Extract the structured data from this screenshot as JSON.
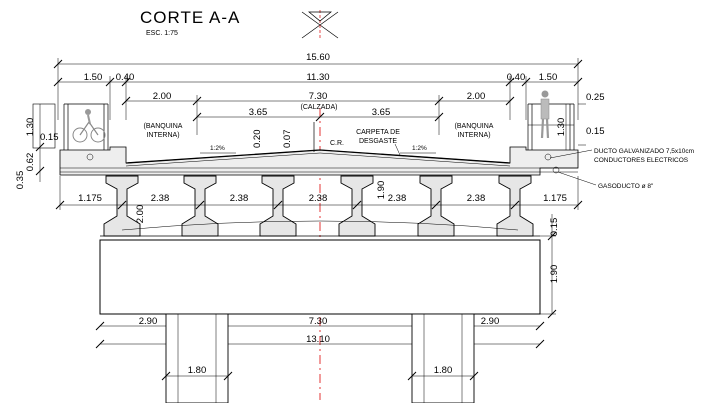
{
  "drawing": {
    "title": "CORTE A-A",
    "scale": "ESC. 1:75"
  },
  "dimensions": {
    "total_width": "15.60",
    "inner_width": "11.30",
    "left_sidewalk": "1.50",
    "left_curb": "0.40",
    "right_curb": "0.40",
    "right_sidewalk": "1.50",
    "left_shoulder": "2.00",
    "right_shoulder": "2.00",
    "carriageway": "7.30",
    "left_lane": "3.65",
    "right_lane": "3.65",
    "carriageway_label": "(CALZADA)",
    "left_rail_height": "1.30",
    "right_rail_height": "1.30",
    "left_curb_height": "0.15",
    "right_curb_height": "0.15",
    "right_top_rail": "0.25",
    "left_slab_thickness": "0.35",
    "left_beam_depth": "0.62",
    "center_thickness_1": "0.20",
    "center_thickness_2": "0.07",
    "girder_edge_left": "1.175",
    "girder_edge_right": "1.175",
    "girder_spacing": [
      "2.38",
      "2.38",
      "2.38",
      "2.38",
      "2.38"
    ],
    "girder_height": "2.00",
    "girder_depth": "1.90",
    "cap_top": "0.15",
    "cap_height": "1.90",
    "cap_left": "2.90",
    "cap_center": "7.30",
    "cap_right": "2.90",
    "cap_total": "13.10",
    "pile_left": "1.80",
    "pile_right": "1.80"
  },
  "labels": {
    "left_shoulder_label_1": "(BANQUINA",
    "left_shoulder_label_2": "INTERNA)",
    "right_shoulder_label_1": "(BANQUINA",
    "right_shoulder_label_2": "INTERNA)",
    "crown": "C.R.",
    "wearing_course_1": "CARPETA DE",
    "wearing_course_2": "DESGASTE",
    "slope_left": "1:2%",
    "slope_right": "1:2%"
  },
  "notes": {
    "duct_1": "DUCTO GALVANIZADO 7,5x10cm",
    "duct_2": "CONDUCTORES ELECTRICOS",
    "gas": "GASODUCTO ø 8\""
  },
  "colors": {
    "line": "#000000",
    "axis": "#e02020",
    "fill": "#eeeeee"
  }
}
